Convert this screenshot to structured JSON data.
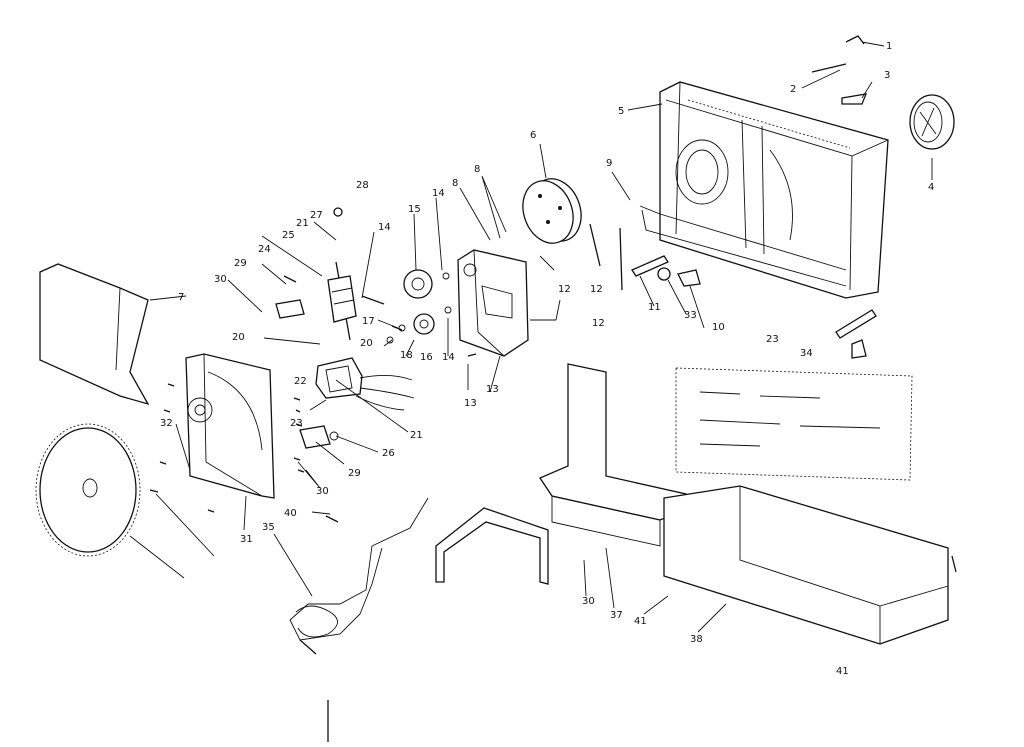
{
  "diagram": {
    "callouts": [
      {
        "id": "c1",
        "text": "1"
      },
      {
        "id": "c2",
        "text": "2"
      },
      {
        "id": "c3",
        "text": "3"
      },
      {
        "id": "c5",
        "text": "5"
      },
      {
        "id": "c6",
        "text": "6"
      },
      {
        "id": "c4",
        "text": "4"
      },
      {
        "id": "c7",
        "text": "7"
      },
      {
        "id": "c8a",
        "text": "8"
      },
      {
        "id": "c8b",
        "text": "8"
      },
      {
        "id": "c9",
        "text": "9"
      },
      {
        "id": "c10",
        "text": "10"
      },
      {
        "id": "c11",
        "text": "11"
      },
      {
        "id": "c12a",
        "text": "12"
      },
      {
        "id": "c12b",
        "text": "12"
      },
      {
        "id": "c12c",
        "text": "12"
      },
      {
        "id": "c13",
        "text": "13"
      },
      {
        "id": "c13b",
        "text": "13"
      },
      {
        "id": "c14a",
        "text": "14"
      },
      {
        "id": "c14b",
        "text": "14"
      },
      {
        "id": "c14c",
        "text": "14"
      },
      {
        "id": "c15",
        "text": "15"
      },
      {
        "id": "c16",
        "text": "16"
      },
      {
        "id": "c17",
        "text": "17"
      },
      {
        "id": "c18",
        "text": "18"
      },
      {
        "id": "c20a",
        "text": "20"
      },
      {
        "id": "c20b",
        "text": "20"
      },
      {
        "id": "c21a",
        "text": "21"
      },
      {
        "id": "c21b",
        "text": "21"
      },
      {
        "id": "c22",
        "text": "22"
      },
      {
        "id": "c23a",
        "text": "23"
      },
      {
        "id": "c23b",
        "text": "23"
      },
      {
        "id": "c24",
        "text": "24"
      },
      {
        "id": "c25",
        "text": "25"
      },
      {
        "id": "c26",
        "text": "26"
      },
      {
        "id": "c27",
        "text": "27"
      },
      {
        "id": "c28",
        "text": "28"
      },
      {
        "id": "c29a",
        "text": "29"
      },
      {
        "id": "c29b",
        "text": "29"
      },
      {
        "id": "c30a",
        "text": "30"
      },
      {
        "id": "c30b",
        "text": "30"
      },
      {
        "id": "c30c",
        "text": "30"
      },
      {
        "id": "c31",
        "text": "31"
      },
      {
        "id": "c32",
        "text": "32"
      },
      {
        "id": "c33",
        "text": "33"
      },
      {
        "id": "c34",
        "text": "34"
      },
      {
        "id": "c35",
        "text": "35"
      },
      {
        "id": "c37",
        "text": "37"
      },
      {
        "id": "c38",
        "text": "38"
      },
      {
        "id": "c40",
        "text": "40"
      },
      {
        "id": "c41a",
        "text": "41"
      },
      {
        "id": "c41b",
        "text": "41"
      }
    ]
  }
}
